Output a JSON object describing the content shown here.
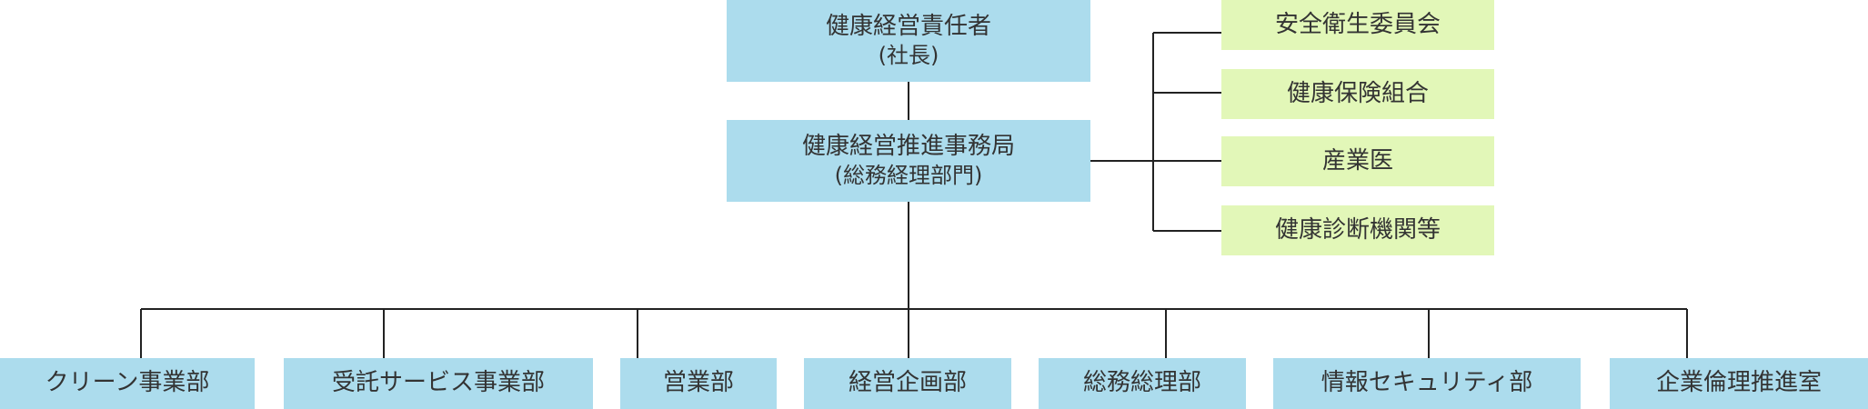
{
  "ceo": {
    "title": "健康経営責任者",
    "sub": "(社長)"
  },
  "office": {
    "title": "健康経営推進事務局",
    "sub": "(総務経理部門)"
  },
  "side_nodes": [
    {
      "label": "安全衛生委員会"
    },
    {
      "label": "健康保険組合"
    },
    {
      "label": "産業医"
    },
    {
      "label": "健康診断機関等"
    }
  ],
  "departments": [
    {
      "label": "クリーン事業部"
    },
    {
      "label": "受託サービス事業部"
    },
    {
      "label": "営業部"
    },
    {
      "label": "経営企画部"
    },
    {
      "label": "総務総理部"
    },
    {
      "label": "情報セキュリティ部"
    },
    {
      "label": "企業倫理推進室"
    }
  ],
  "colors": {
    "main_box": "#acdced",
    "side_box": "#e2f7b8",
    "line": "#222222"
  }
}
